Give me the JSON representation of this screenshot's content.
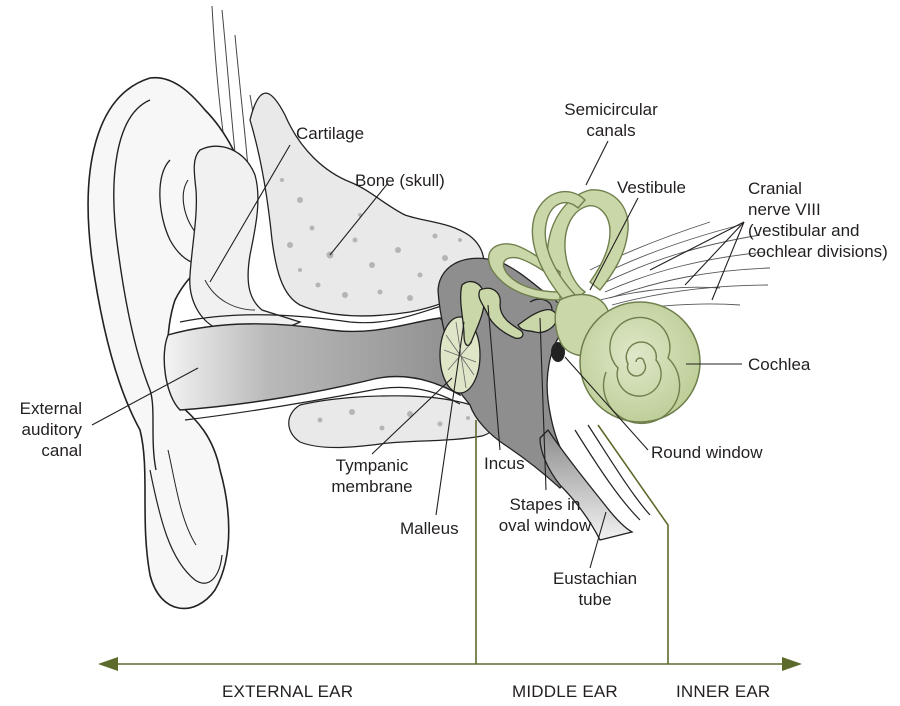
{
  "labels": {
    "semicircular_canals": "Semicircular\ncanals",
    "cartilage": "Cartilage",
    "bone_skull": "Bone (skull)",
    "vestibule": "Vestibule",
    "cranial_nerve": "Cranial\nnerve VIII\n(vestibular and\ncochlear divisions)",
    "cochlea": "Cochlea",
    "external_auditory_canal": "External\nauditory\ncanal",
    "round_window": "Round window",
    "tympanic_membrane": "Tympanic\nmembrane",
    "incus": "Incus",
    "stapes": "Stapes in\noval window",
    "malleus": "Malleus",
    "eustachian_tube": "Eustachian\ntube"
  },
  "regions": {
    "external": "EXTERNAL EAR",
    "middle": "MIDDLE EAR",
    "inner": "INNER EAR"
  },
  "colors": {
    "inner_ear_green": "#c9d7a9",
    "inner_ear_stroke": "#7f9159",
    "region_line": "#5c6b2b",
    "bone_gray": "#e6e6e6",
    "cavity_gray": "#8c8c8c",
    "canal_gray": "#c4c4c4",
    "ink": "#231f20"
  }
}
